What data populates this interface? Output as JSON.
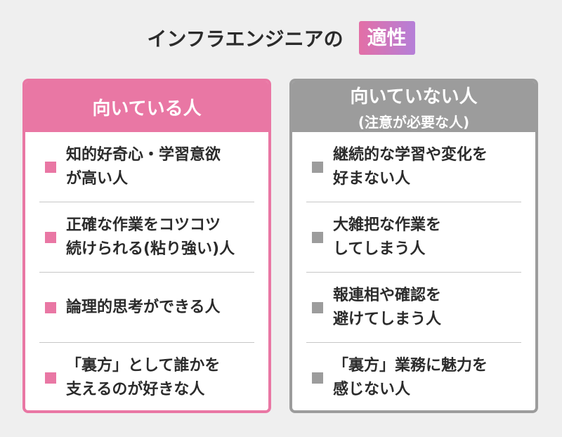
{
  "title": {
    "main": "インフラエンジニアの",
    "highlight": "適性"
  },
  "colors": {
    "pink": "#e977a4",
    "gray": "#9c9c9c",
    "badge_gradient": [
      "#e36fa6",
      "#b57fd8"
    ]
  },
  "good": {
    "header": "向いている人",
    "items": [
      "知的好奇心・学習意欲\nが高い人",
      "正確な作業をコツコツ\n続けられる(粘り強い)人",
      "論理的思考ができる人",
      "「裏方」として誰かを\n支えるのが好きな人"
    ]
  },
  "bad": {
    "header": "向いていない人",
    "subheader": "(注意が必要な人)",
    "items": [
      "継続的な学習や変化を\n好まない人",
      "大雑把な作業を\nしてしまう人",
      "報連相や確認を\n避けてしまう人",
      "「裏方」業務に魅力を\n感じない人"
    ]
  }
}
